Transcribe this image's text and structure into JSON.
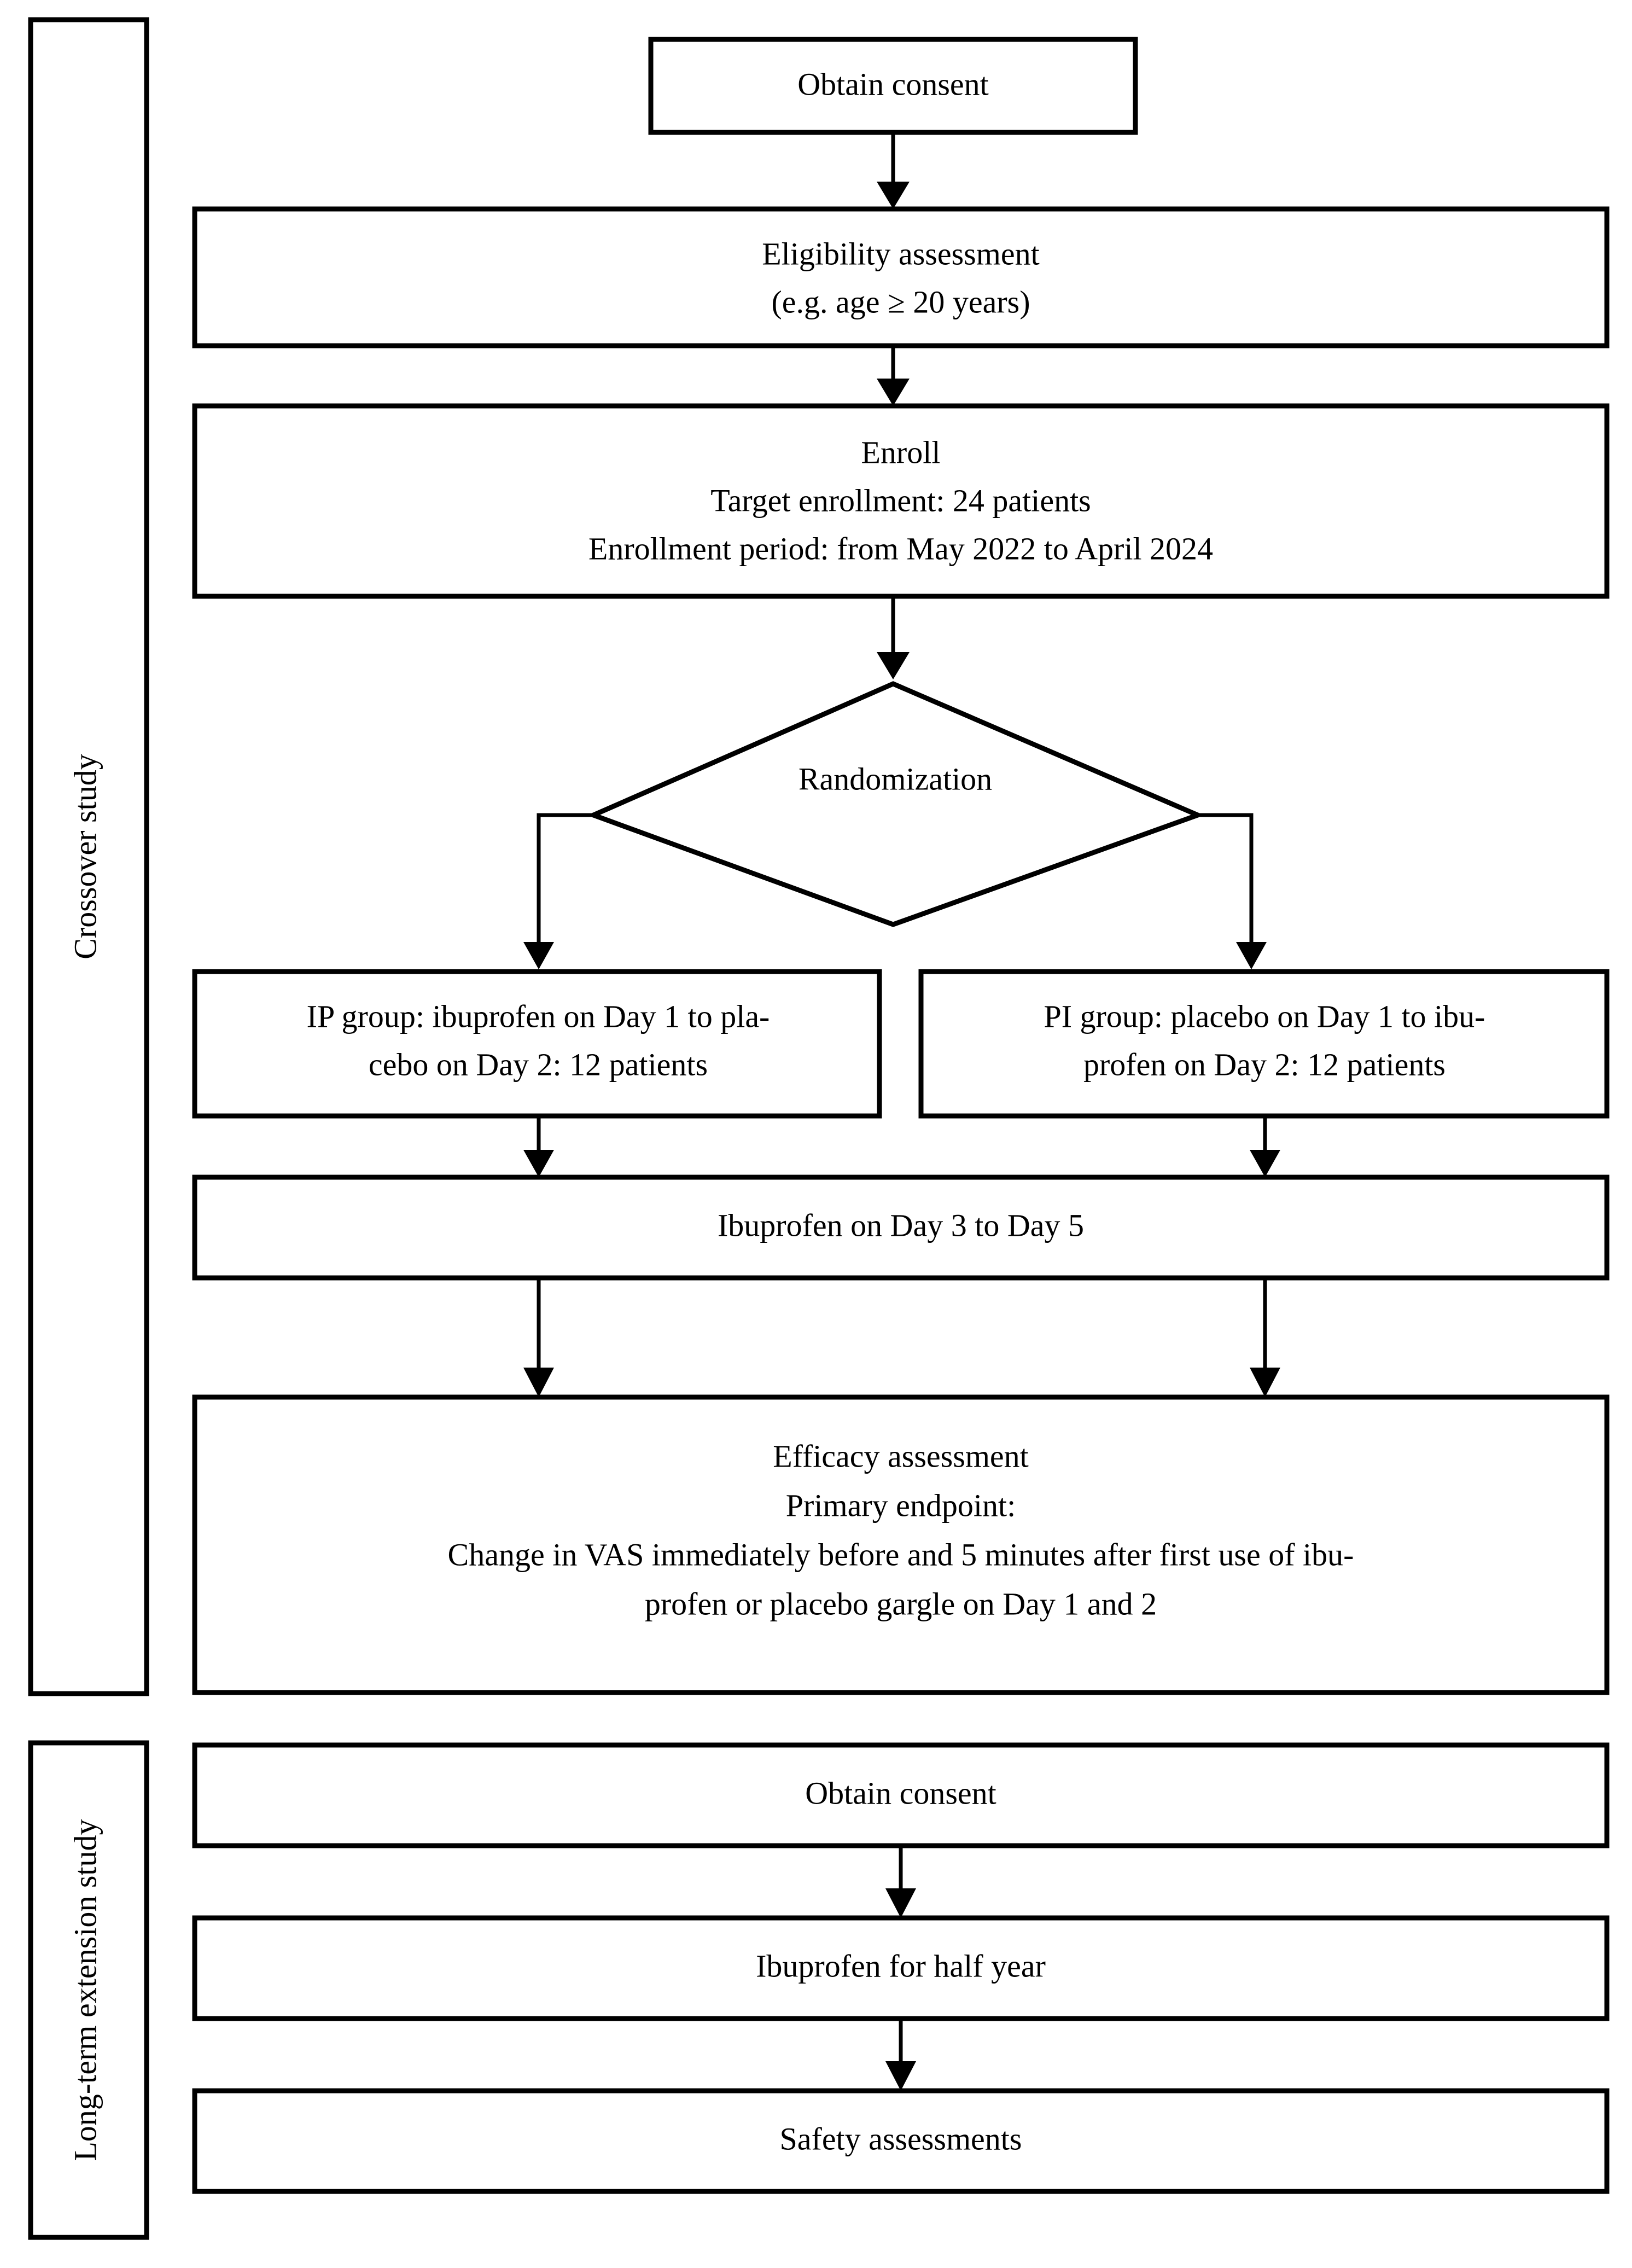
{
  "figure": {
    "type": "flowchart",
    "title": "Clinical trial study design flow diagram",
    "orientation": "top-to-bottom",
    "background_color": "#ffffff",
    "line_color": "#000000"
  },
  "sections": [
    {
      "id": "crossover",
      "label": "Crossover study",
      "label_rotation": "-90"
    },
    {
      "id": "extension",
      "label": "Long-term extension study",
      "label_rotation": "-90"
    }
  ],
  "nodes": {
    "consent_top": {
      "shape": "rect",
      "lines": [
        "Obtain consent"
      ]
    },
    "eligibility": {
      "shape": "rect",
      "lines": [
        "Eligibility assessment",
        "(e.g. age ≥ 20 years)"
      ]
    },
    "enroll": {
      "shape": "rect",
      "lines": [
        "Enroll",
        "Target enrollment: 24 patients",
        "Enrollment period: from May 2022 to April 2024"
      ]
    },
    "randomization": {
      "shape": "diamond",
      "lines": [
        "Randomization"
      ]
    },
    "ip_group": {
      "shape": "rect",
      "lines": [
        "IP group: ibuprofen on Day 1 to pla-",
        "cebo on Day 2: 12 patients"
      ]
    },
    "pi_group": {
      "shape": "rect",
      "lines": [
        "PI group: placebo on Day 1 to ibu-",
        "profen on Day 2: 12 patients"
      ]
    },
    "ibuprofen_day3_5": {
      "shape": "rect",
      "lines": [
        "Ibuprofen on Day 3 to Day 5"
      ]
    },
    "efficacy": {
      "shape": "rect",
      "lines": [
        "Efficacy assessment",
        "Primary endpoint:",
        "Change in VAS immediately before and 5 minutes after first use of ibu-",
        "profen or placebo gargle on Day 1 and 2"
      ]
    },
    "consent_ext": {
      "shape": "rect",
      "lines": [
        "Obtain consent"
      ]
    },
    "ibuprofen_half_year": {
      "shape": "rect",
      "lines": [
        "Ibuprofen for half year"
      ]
    },
    "safety": {
      "shape": "rect",
      "lines": [
        "Safety assessments"
      ]
    }
  },
  "edges": [
    {
      "from": "consent_top",
      "to": "eligibility",
      "style": "arrow-down"
    },
    {
      "from": "eligibility",
      "to": "enroll",
      "style": "arrow-down"
    },
    {
      "from": "enroll",
      "to": "randomization",
      "style": "arrow-down"
    },
    {
      "from": "randomization",
      "to": "ip_group",
      "style": "elbow-left-down-arrow"
    },
    {
      "from": "randomization",
      "to": "pi_group",
      "style": "elbow-right-down-arrow"
    },
    {
      "from": "ip_group",
      "to": "ibuprofen_day3_5",
      "style": "arrow-down"
    },
    {
      "from": "pi_group",
      "to": "ibuprofen_day3_5",
      "style": "arrow-down"
    },
    {
      "from": "ibuprofen_day3_5",
      "to": "efficacy",
      "style": "arrow-down-left"
    },
    {
      "from": "ibuprofen_day3_5",
      "to": "efficacy",
      "style": "arrow-down-right"
    },
    {
      "from": "consent_ext",
      "to": "ibuprofen_half_year",
      "style": "arrow-down"
    },
    {
      "from": "ibuprofen_half_year",
      "to": "safety",
      "style": "arrow-down"
    }
  ]
}
